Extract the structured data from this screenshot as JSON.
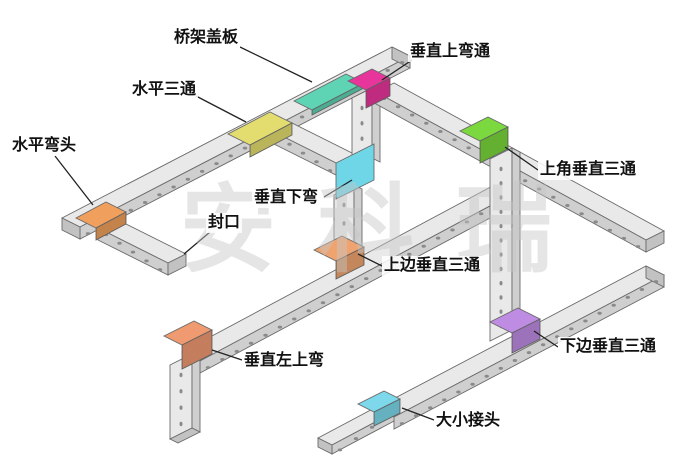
{
  "diagram": {
    "watermark": "安科瑞",
    "labels": {
      "cover": "桥架盖板",
      "vertical_up_bend": "垂直上弯通",
      "horizontal_tee": "水平三通",
      "horizontal_elbow": "水平弯头",
      "upper_corner_vertical_tee": "上角垂直三通",
      "vertical_down_bend": "垂直下弯",
      "end_cap": "封口",
      "upper_side_vertical_tee": "上边垂直三通",
      "vertical_left_up_bend": "垂直左上弯",
      "lower_side_vertical_tee": "下边垂直三通",
      "size_connector": "大小接头"
    },
    "colors": {
      "cover": "#5fd4b4",
      "vertical_up_bend": "#e8359b",
      "horizontal_tee": "#e3dc6e",
      "horizontal_elbow": "#f0a05c",
      "upper_corner_vertical_tee": "#7bd83e",
      "vertical_down_bend": "#6fd6e8",
      "upper_side_vertical_tee": "#efa470",
      "vertical_left_up_bend": "#f09a72",
      "lower_side_vertical_tee": "#bf8ce4",
      "size_connector": "#7cd8ea",
      "tray_top": "#e9e9e9",
      "tray_side": "#cfcfcf",
      "tray_end": "#c2c2c2",
      "outline": "#6a6a6a",
      "hole": "#8a8a8a",
      "leader": "#222222",
      "background": "#ffffff"
    }
  }
}
